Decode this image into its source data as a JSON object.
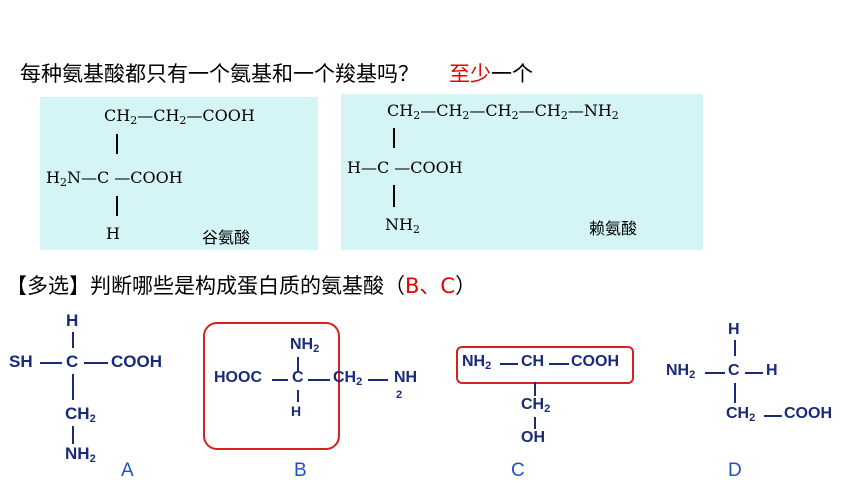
{
  "question1": {
    "text": "每种氨基酸都只有一个氨基和一个羧基吗？",
    "answer_red": "至少",
    "answer_rest": "一个"
  },
  "glutamic": {
    "row1_a": "CH",
    "row1_a_sub": "2",
    "row1_b": "—CH",
    "row1_b_sub": "2",
    "row1_c": "—COOH",
    "row2_a": "H",
    "row2_a_sub": "2",
    "row2_b": "N—C —COOH",
    "row3": "H",
    "name": "谷氨酸"
  },
  "lysine": {
    "row1_a": "CH",
    "row1_sub1": "2",
    "row1_b": "—CH",
    "row1_sub2": "2",
    "row1_c": "—CH",
    "row1_sub3": "2",
    "row1_d": "—CH",
    "row1_sub4": "2",
    "row1_e": "—NH",
    "row1_sub5": "2",
    "row2": "H—C —COOH",
    "row3_a": "NH",
    "row3_sub": "2",
    "name": "赖氨酸"
  },
  "question2": {
    "prefix": "【多选】判断哪些是构成蛋白质的氨基酸（",
    "answer": "B、C",
    "suffix": "）"
  },
  "moleculeA": {
    "top": "H",
    "sh": "SH",
    "c": "C",
    "cooh": "COOH",
    "ch": "CH",
    "ch_sub": "2",
    "nh": "NH",
    "nh_sub": "2",
    "label": "A"
  },
  "moleculeB": {
    "nh": "NH",
    "nh_sub": "2",
    "hooc": "HOOC",
    "c": "C",
    "ch": "CH",
    "ch_sub": "2",
    "nh_right": "NH",
    "nh_right_sub": "2",
    "h": "H",
    "label": "B"
  },
  "moleculeC": {
    "nh": "NH",
    "nh_sub": "2",
    "ch": "CH",
    "cooh": "COOH",
    "ch2": "CH",
    "ch2_sub": "2",
    "oh": "OH",
    "label": "C"
  },
  "moleculeD": {
    "top": "H",
    "nh": "NH",
    "nh_sub": "2",
    "c": "C",
    "h": "H",
    "ch": "CH",
    "ch_sub": "2",
    "cooh": "COOH",
    "label": "D"
  },
  "colors": {
    "answer": "#e60000",
    "box": "#d5f4f6",
    "molecule": "#1a2a7a",
    "label": "#2050c8",
    "highlight": "#d92020"
  }
}
